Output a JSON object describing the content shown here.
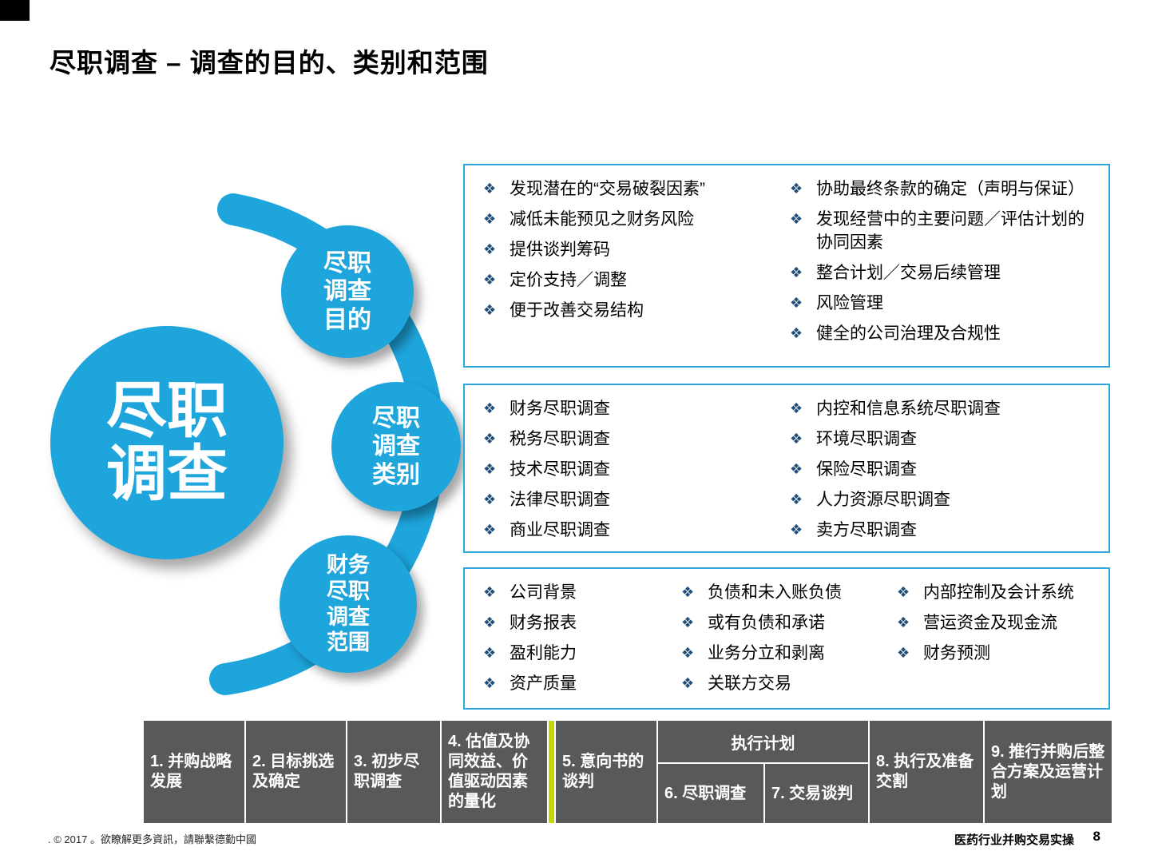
{
  "slide": {
    "title": "尽职调查 – 调查的目的、类别和范围",
    "footer_left": ". © 2017 。欲瞭解更多資訊，請聯繫德勤中國",
    "footer_right": "医药行业并购交易实操",
    "page_number": "8"
  },
  "colors": {
    "blue": "#1ea5dc",
    "box_border_blue": "#2ea8dc",
    "bullet_navy": "#1f4e79",
    "timeline_gray": "#58595b",
    "highlight_lime": "#c4d600"
  },
  "diagram": {
    "main_circle_label": "尽职\n调查",
    "circle_purpose_label": "尽职\n调查\n目的",
    "circle_types_label": "尽职\n调查\n类别",
    "circle_scope_label": "财务\n尽职\n调查\n范围",
    "bullet_icon": "diamond-bullet-icon"
  },
  "boxes": {
    "purpose": {
      "left": [
        "发现潜在的“交易破裂因素”",
        "减低未能预见之财务风险",
        "提供谈判筹码",
        "定价支持／调整",
        "便于改善交易结构"
      ],
      "right": [
        "协助最终条款的确定（声明与保证）",
        "发现经营中的主要问题／评估计划的协同因素",
        "整合计划／交易后续管理",
        "风险管理",
        "健全的公司治理及合规性"
      ]
    },
    "types": {
      "left": [
        "财务尽职调查",
        "税务尽职调查",
        "技术尽职调查",
        "法律尽职调查",
        "商业尽职调查"
      ],
      "right": [
        "内控和信息系统尽职调查",
        "环境尽职调查",
        "保险尽职调查",
        "人力资源尽职调查",
        "卖方尽职调查"
      ]
    },
    "scope": {
      "col1": [
        "公司背景",
        "财务报表",
        "盈利能力",
        "资产质量"
      ],
      "col2": [
        "负债和未入账负债",
        "或有负债和承诺",
        "业务分立和剥离",
        "关联方交易"
      ],
      "col3": [
        "内部控制及会计系统",
        "营运资金及现金流",
        "财务预测"
      ]
    }
  },
  "timeline": {
    "exec_header": "执行计划",
    "steps": [
      "1. 并购战略发展",
      "2. 目标挑选及确定",
      "3. 初步尽职调查",
      "4. 估值及协同效益、价值驱动因素的量化",
      "5. 意向书的谈判",
      "6. 尽职调查",
      "7. 交易谈判",
      "8. 执行及准备交割",
      "9. 推行并购后整合方案及运营计划"
    ]
  }
}
